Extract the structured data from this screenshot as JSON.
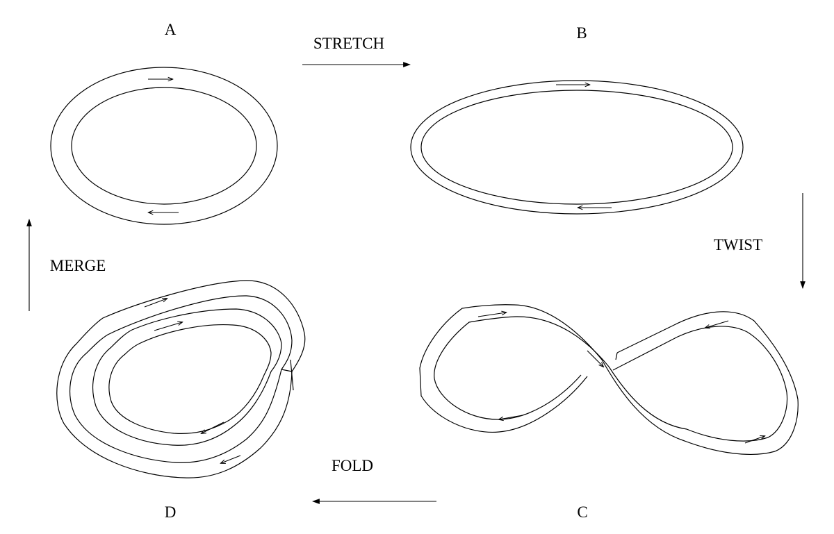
{
  "states": {
    "a": "A",
    "b": "B",
    "c": "C",
    "d": "D"
  },
  "operations": {
    "stretch": "STRETCH",
    "twist": "TWIST",
    "fold": "FOLD",
    "merge": "MERGE"
  }
}
